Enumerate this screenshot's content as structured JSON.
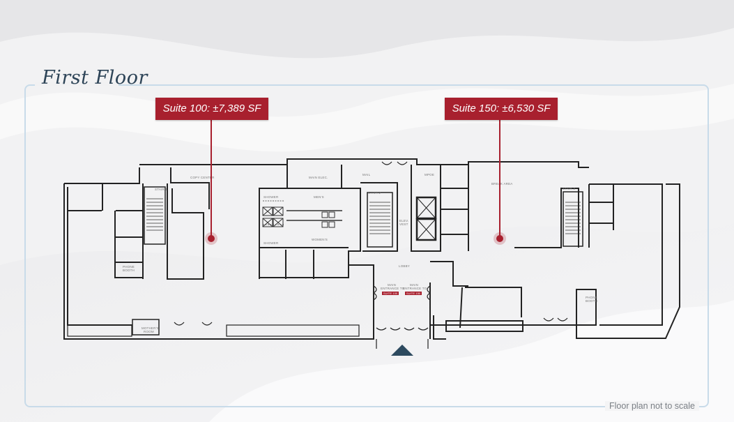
{
  "page": {
    "title": "First Floor",
    "footnote": "Floor plan not to scale"
  },
  "suites": [
    {
      "label": "Suite 100: ±7,389 SF",
      "color": "#a8202e"
    },
    {
      "label": "Suite 150: ±6,530 SF",
      "color": "#a8202e"
    }
  ],
  "rooms": {
    "copy_center": "COPY CENTER",
    "stair_1": "STAIR 1",
    "stair_2": "STAIR 2",
    "stair_3": "STAIR 3",
    "main_elec": "MAIN ELEC.",
    "mail": "MAIL",
    "mpoe": "MPOE",
    "mens": "MEN'S",
    "womens": "WOMEN'S",
    "shower_top": "SHOWER",
    "shower_bottom": "SHOWER",
    "elev_vest_1": "ELEV.",
    "elev_vest_2": "VEST",
    "lobby": "LOBBY",
    "break_area": "BREAK AREA",
    "phone_booth_left_1": "PHONE",
    "phone_booth_left_2": "BOOTH",
    "phone_booth_right_1": "PHONE",
    "phone_booth_right_2": "BOOTH",
    "mothers_room_1": "MOTHER'S",
    "mothers_room_2": "ROOM"
  },
  "entrances": [
    {
      "line1": "MAIN",
      "line2": "ENTRANCE TO",
      "badge": "SUITE 100"
    },
    {
      "line1": "MAIN",
      "line2": "ENTRANCE TO",
      "badge": "SUITE 150"
    }
  ],
  "colors": {
    "accent_red": "#a8202e",
    "frame_blue": "#c8dbe9",
    "title_navy": "#2d4457",
    "arrow_navy": "#2d4a5f"
  }
}
